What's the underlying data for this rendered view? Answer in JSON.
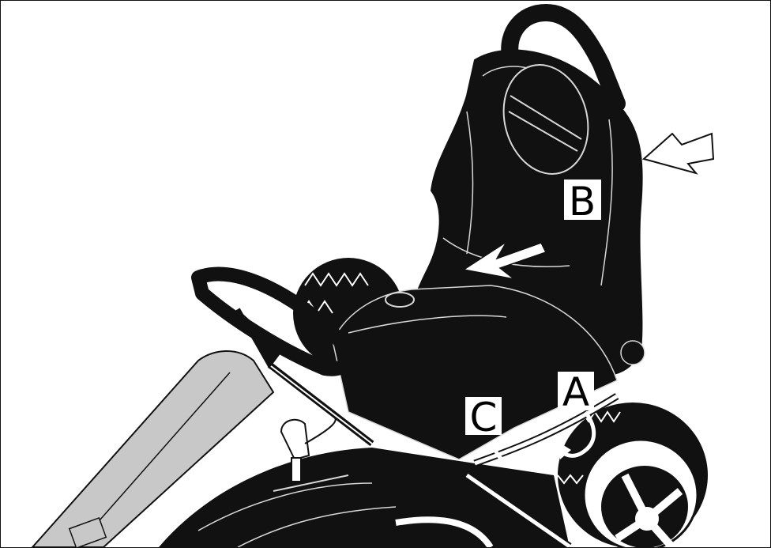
{
  "labels": {
    "a": "A",
    "b": "B",
    "c": "C"
  },
  "colors": {
    "ink": "#111111",
    "background": "#ffffff",
    "chassis": "#c8c8c8",
    "outline_on_black": "#d8d8d8"
  },
  "icons": [
    "hollow-arrow-icon",
    "white-arrow-icon",
    "curved-arrow-icon",
    "rotate-arrow-icon"
  ]
}
